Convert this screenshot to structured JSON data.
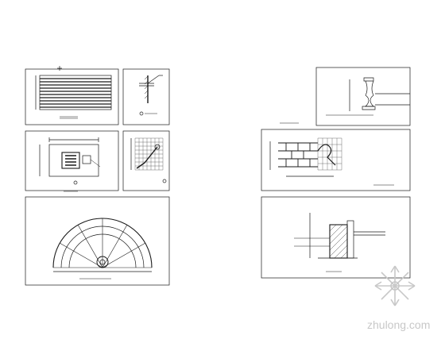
{
  "title": "",
  "watermark": {
    "text": "zhulong.com",
    "color": "#c8c8c8"
  },
  "colors": {
    "line": "#1a1a1a",
    "background": "#ffffff"
  },
  "panels": [
    {
      "id": "rect-grille",
      "kind": "hatched-rect-elevation"
    },
    {
      "id": "wall-bracket",
      "kind": "bracket-detail"
    },
    {
      "id": "grate-plan",
      "kind": "plan-with-dimensions"
    },
    {
      "id": "grid-section",
      "kind": "section-on-grid"
    },
    {
      "id": "arch-plan",
      "kind": "semicircular-plan"
    },
    {
      "id": "baluster",
      "kind": "baluster-elevation"
    },
    {
      "id": "brick-wall",
      "kind": "brick-wall-section"
    },
    {
      "id": "pier-section",
      "kind": "hatched-pier-section"
    }
  ],
  "icons": [
    "zhulong-logo-icon",
    "compass-rose-icon"
  ]
}
